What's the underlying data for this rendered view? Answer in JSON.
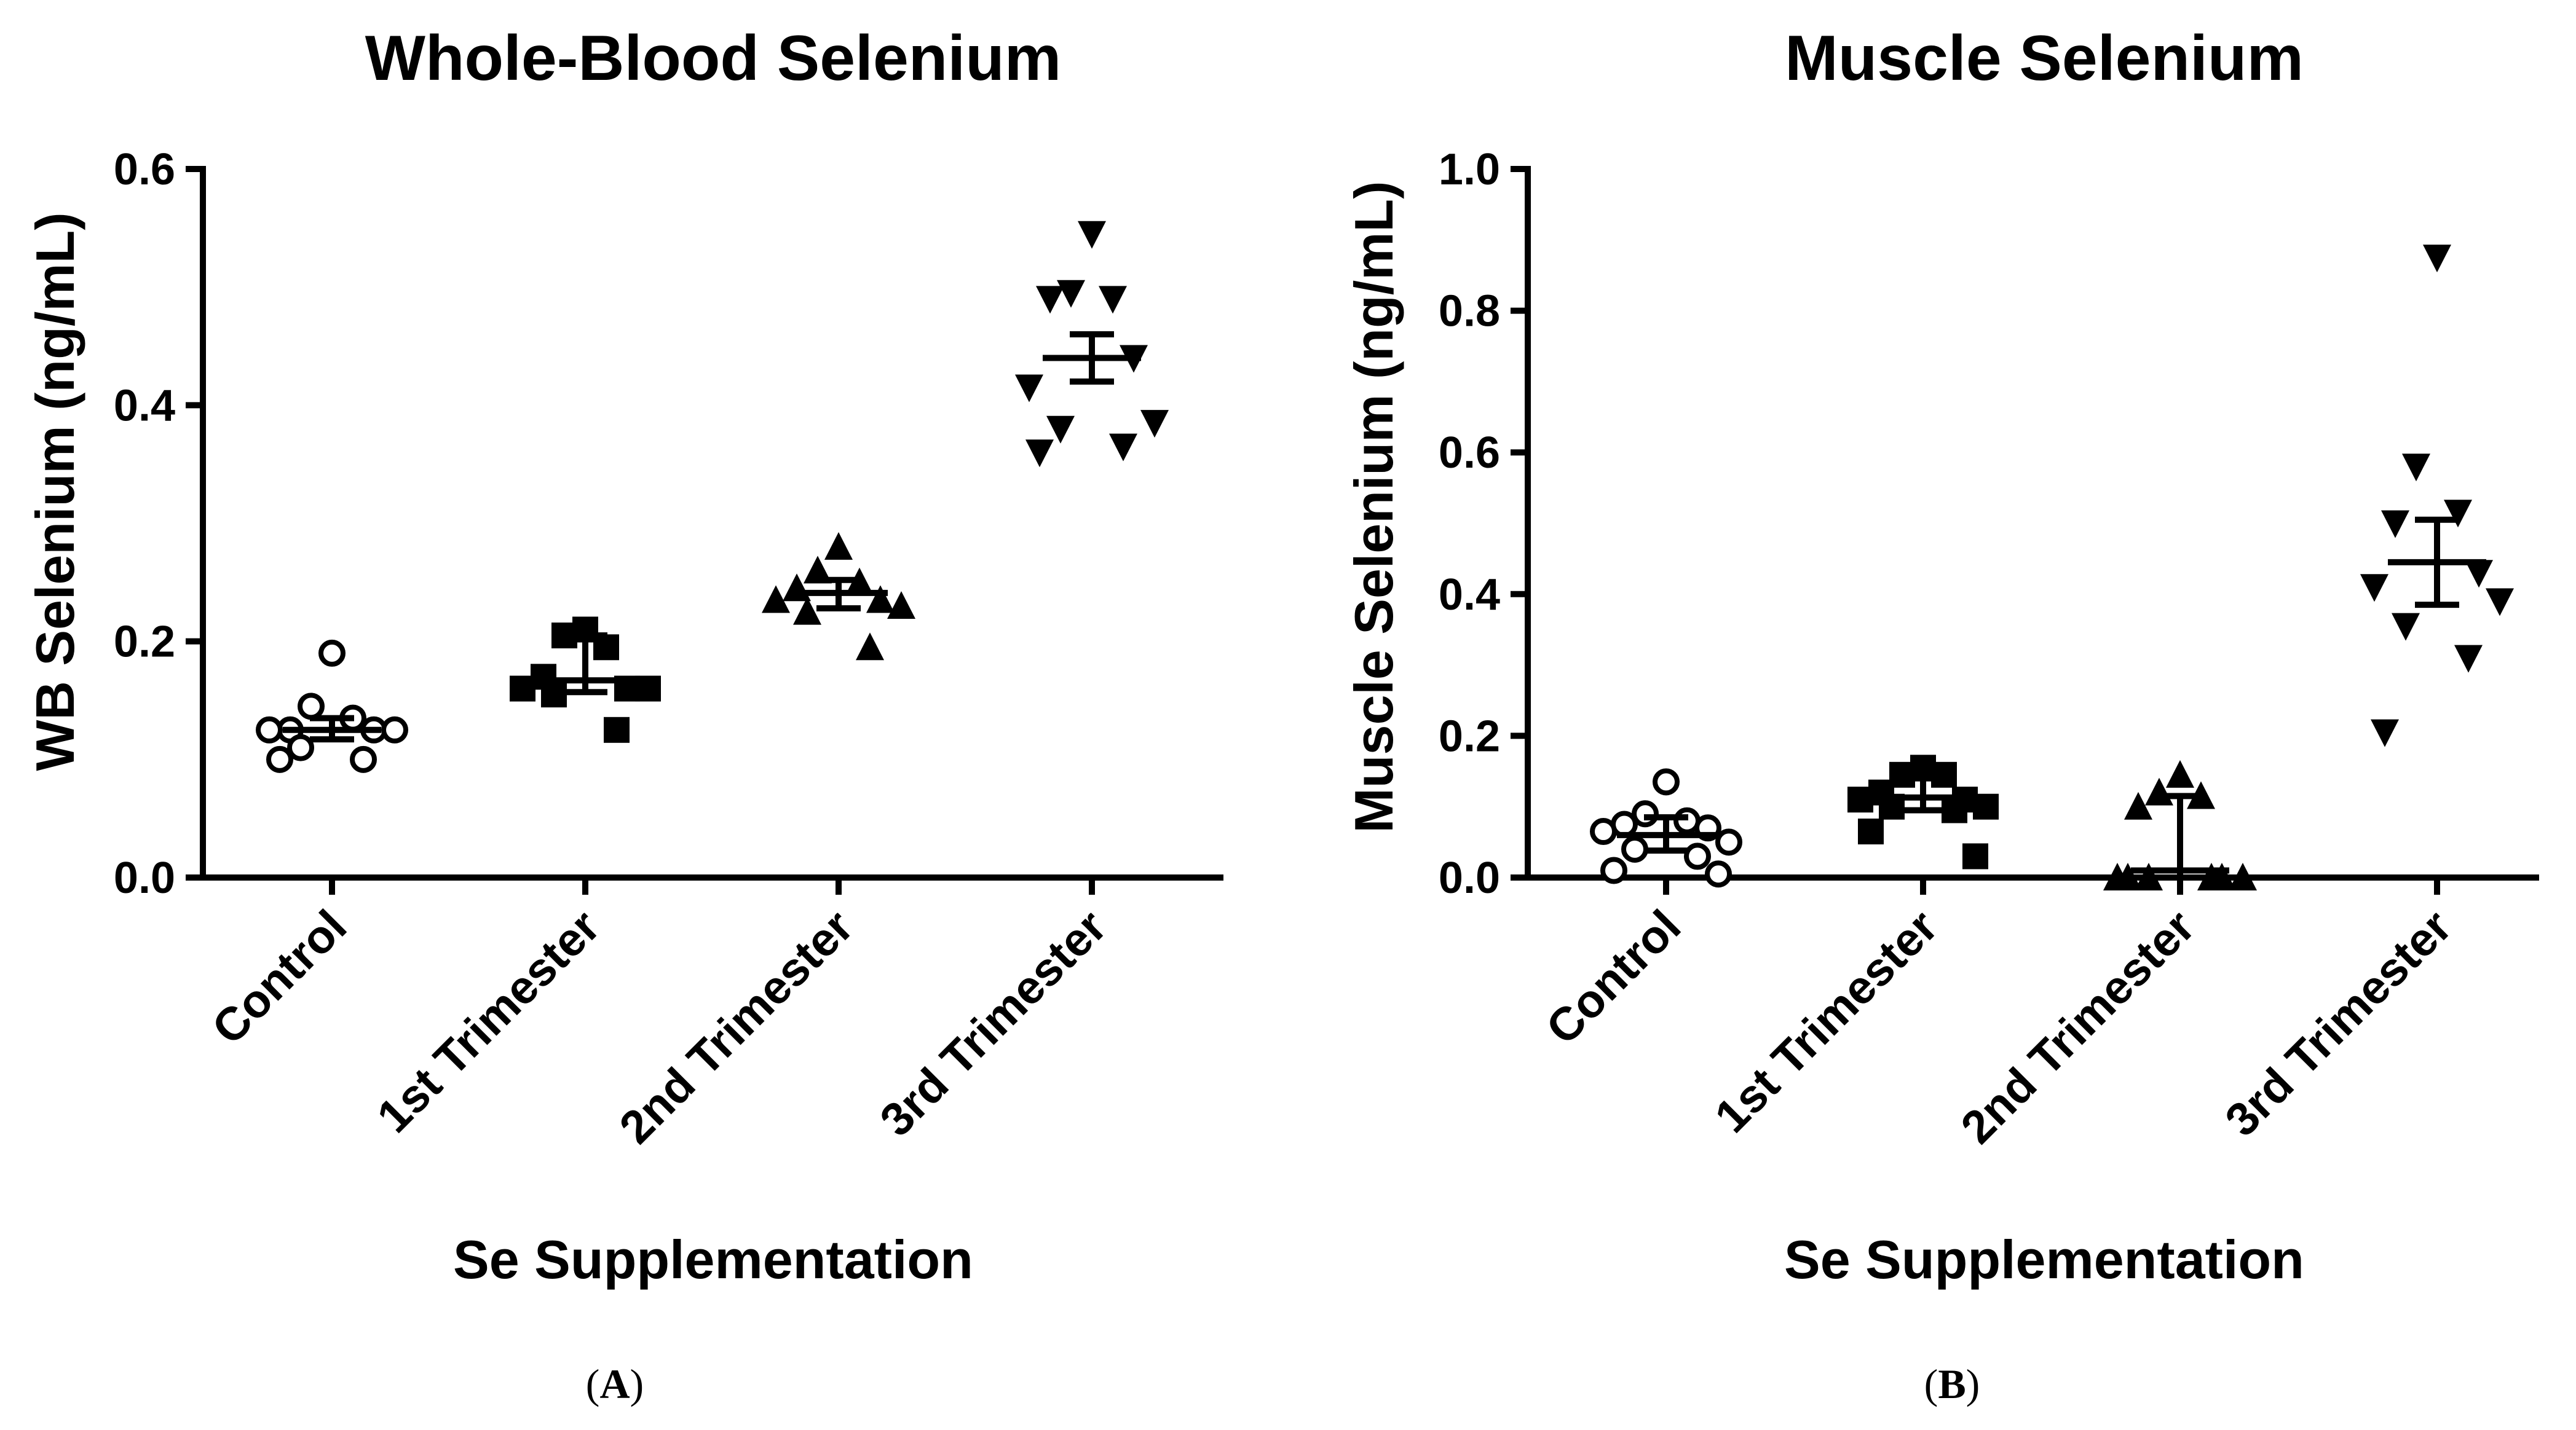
{
  "chart_data": [
    {
      "type": "scatter",
      "panel_label": "(A)",
      "panel_letter": "A",
      "title": "Whole-Blood Selenium",
      "xlabel": "Se Supplementation",
      "ylabel": "WB Selenium (ng/mL)",
      "ylim": [
        0,
        0.6
      ],
      "yticks": [
        "0.0",
        "0.2",
        "0.4",
        "0.6"
      ],
      "categories": [
        "Control",
        "1st Trimester",
        "2nd Trimester",
        "3rd Trimester"
      ],
      "markers": [
        "circle-open",
        "square",
        "triangle-up",
        "triangle-down"
      ],
      "groups": [
        {
          "name": "Control",
          "values": [
            0.19,
            0.145,
            0.135,
            0.125,
            0.125,
            0.125,
            0.125,
            0.11,
            0.1,
            0.1
          ],
          "mean": 0.125,
          "error": [
            0.117,
            0.135
          ]
        },
        {
          "name": "1st Trimester",
          "values": [
            0.21,
            0.205,
            0.195,
            0.17,
            0.16,
            0.16,
            0.16,
            0.155,
            0.125
          ],
          "mean": 0.167,
          "error": [
            0.157,
            0.205
          ]
        },
        {
          "name": "2nd Trimester",
          "values": [
            0.28,
            0.26,
            0.25,
            0.245,
            0.235,
            0.235,
            0.23,
            0.225,
            0.195
          ],
          "mean": 0.241,
          "error": [
            0.228,
            0.252
          ]
        },
        {
          "name": "3rd Trimester",
          "values": [
            0.545,
            0.495,
            0.49,
            0.49,
            0.44,
            0.415,
            0.385,
            0.38,
            0.365,
            0.36
          ],
          "mean": 0.44,
          "error": [
            0.42,
            0.46
          ]
        }
      ]
    },
    {
      "type": "scatter",
      "panel_label": "(B)",
      "panel_letter": "B",
      "title": "Muscle Selenium",
      "xlabel": "Se Supplementation",
      "ylabel": "Muscle Selenium (ng/mL)",
      "ylim": [
        0,
        1.0
      ],
      "yticks": [
        "0.0",
        "0.2",
        "0.4",
        "0.6",
        "0.8",
        "1.0"
      ],
      "categories": [
        "Control",
        "1st Trimester",
        "2nd Trimester",
        "3rd Trimester"
      ],
      "markers": [
        "circle-open",
        "square",
        "triangle-up",
        "triangle-down"
      ],
      "groups": [
        {
          "name": "Control",
          "values": [
            0.135,
            0.09,
            0.08,
            0.075,
            0.07,
            0.065,
            0.05,
            0.04,
            0.03,
            0.01,
            0.005
          ],
          "mean": 0.06,
          "error": [
            0.038,
            0.085
          ]
        },
        {
          "name": "1st Trimester",
          "values": [
            0.155,
            0.145,
            0.145,
            0.12,
            0.11,
            0.11,
            0.1,
            0.1,
            0.095,
            0.065,
            0.03
          ],
          "mean": 0.113,
          "error": [
            0.095,
            0.14
          ]
        },
        {
          "name": "2nd Trimester",
          "values": [
            0.145,
            0.12,
            0.115,
            0.1,
            0.0,
            0.0,
            0.0,
            0.0,
            0.0,
            0.0
          ],
          "mean": 0.01,
          "error": [
            0.0,
            0.115
          ]
        },
        {
          "name": "3rd Trimester",
          "values": [
            0.875,
            0.58,
            0.515,
            0.5,
            0.43,
            0.41,
            0.39,
            0.355,
            0.31,
            0.205
          ],
          "mean": 0.445,
          "error": [
            0.385,
            0.505
          ]
        }
      ]
    }
  ]
}
